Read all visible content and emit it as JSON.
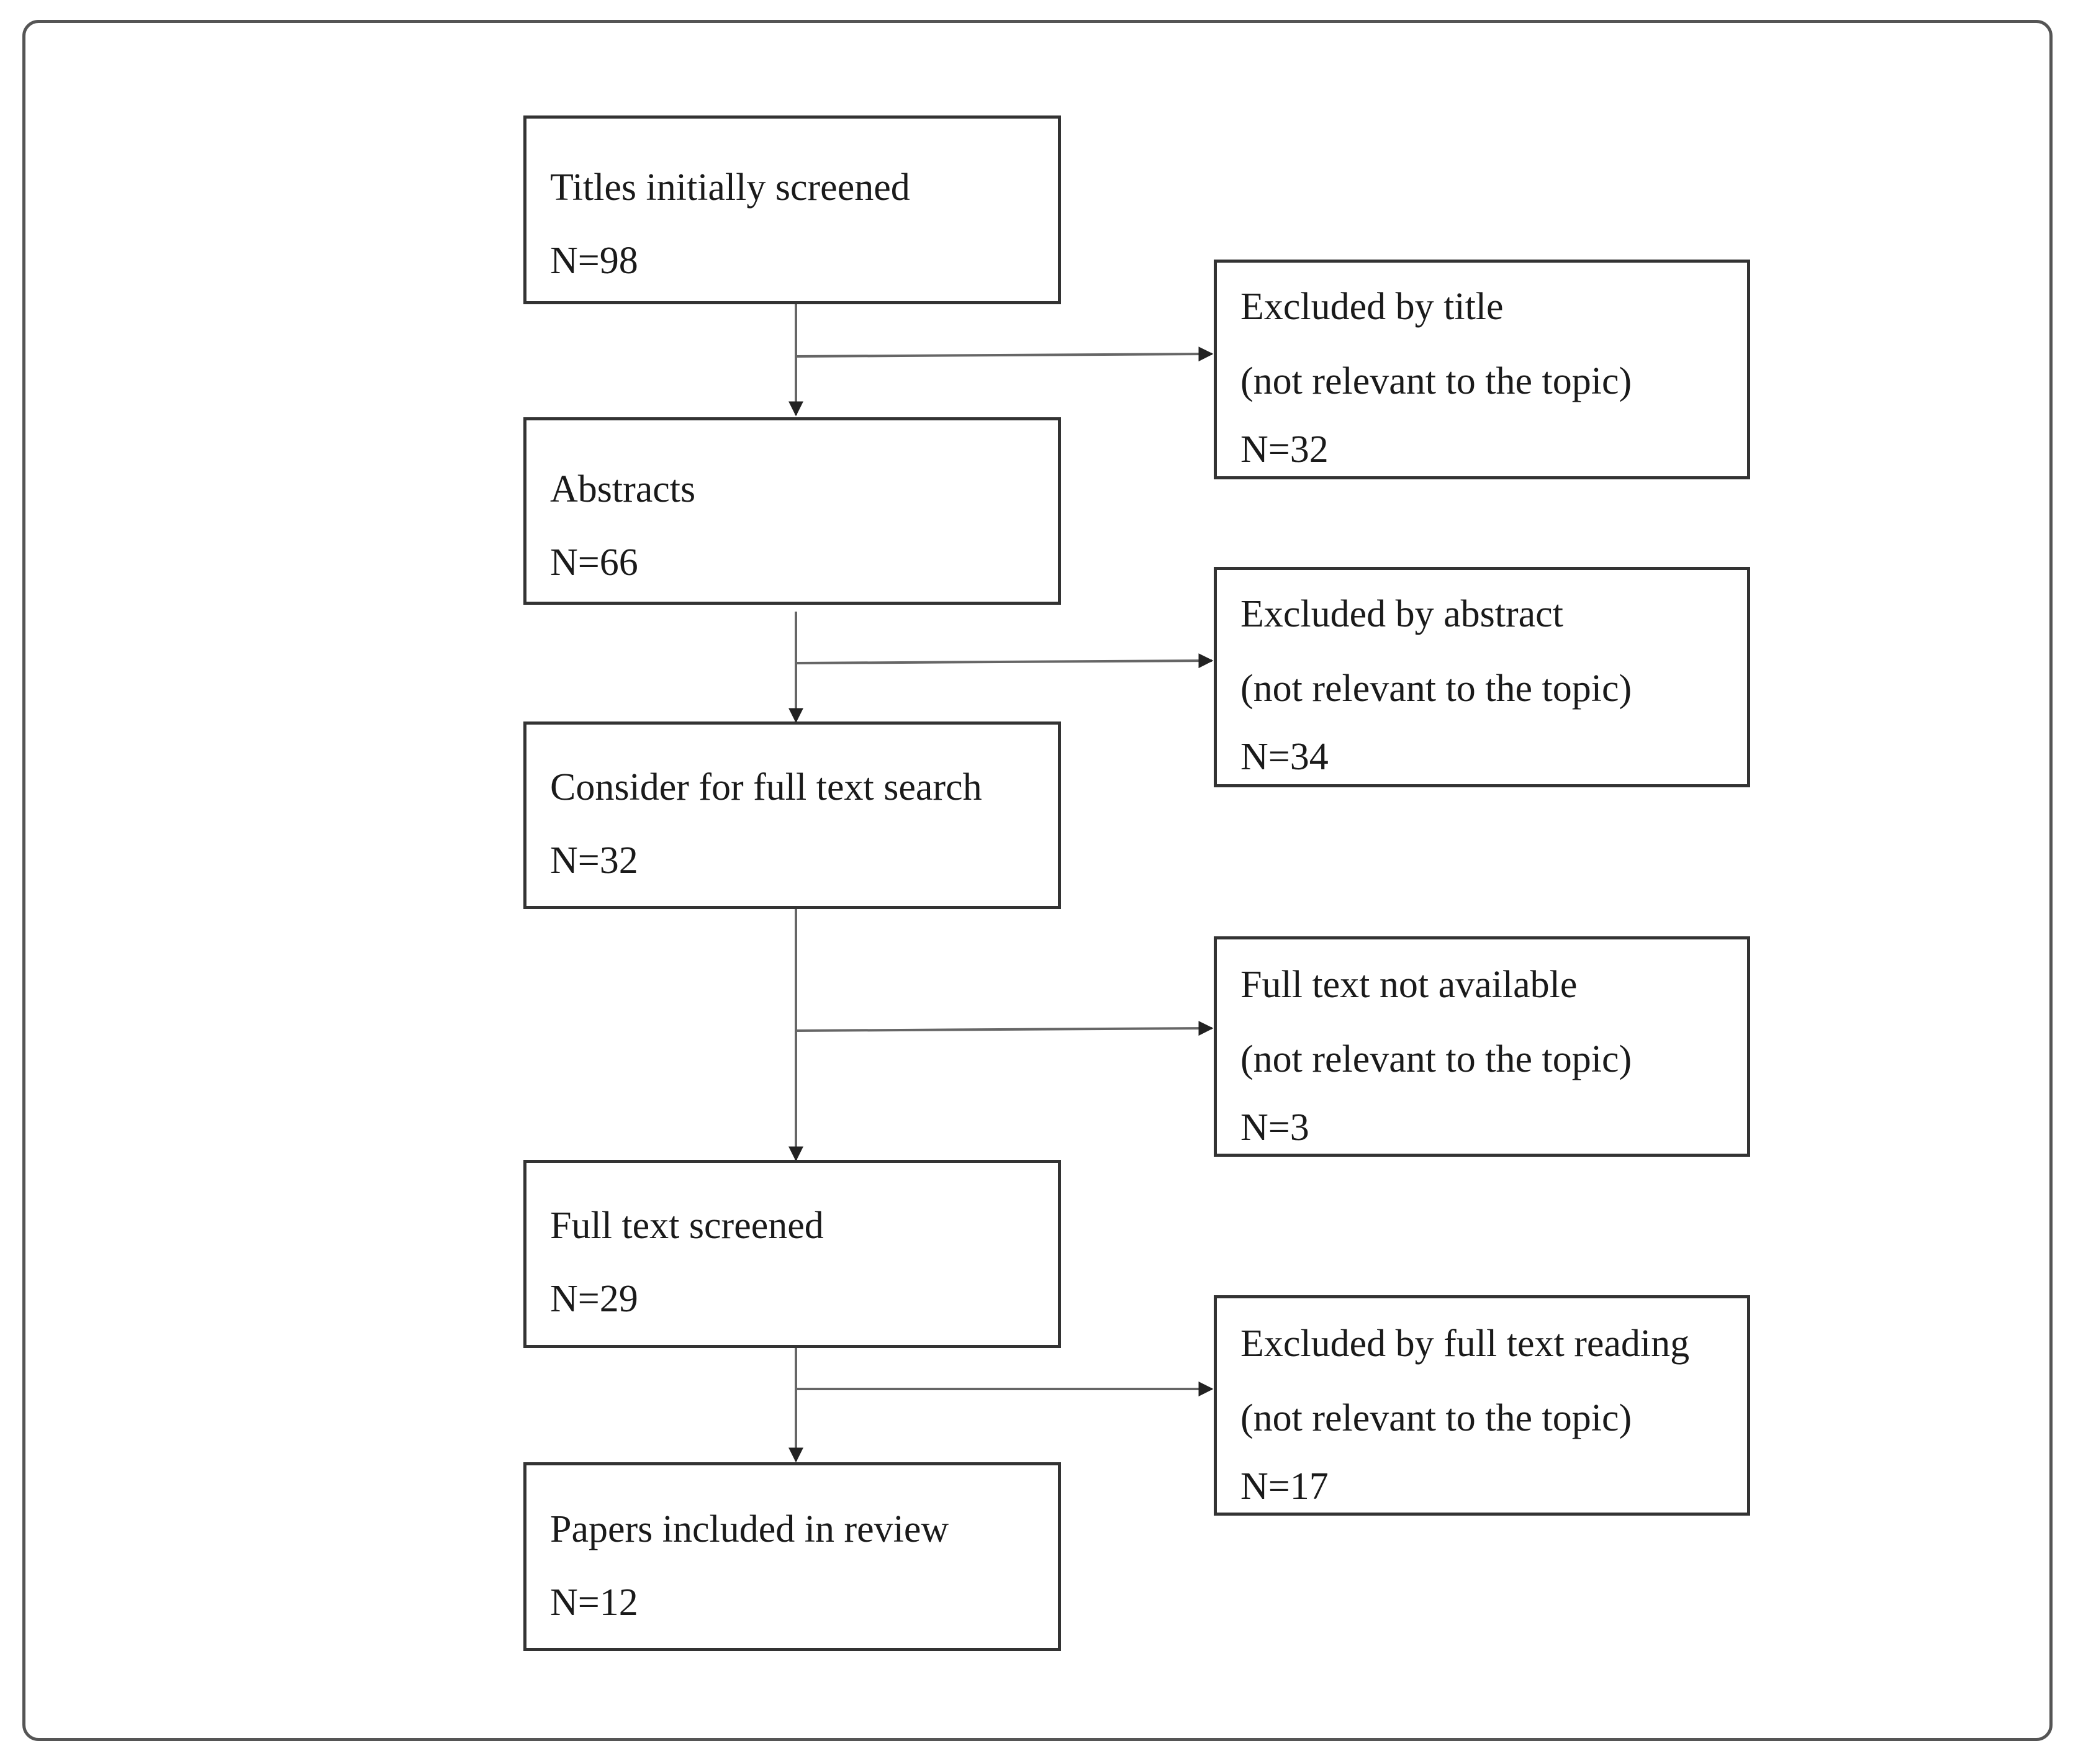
{
  "main_steps": [
    {
      "label": "Titles initially screened",
      "count": "N=98"
    },
    {
      "label": "Abstracts",
      "count": "N=66"
    },
    {
      "label": "Consider for full text search",
      "count": "N=32"
    },
    {
      "label": "Full text screened",
      "count": "N=29"
    },
    {
      "label": "Papers included in review",
      "count": "N=12"
    }
  ],
  "exclusions": [
    {
      "label": "Excluded by title",
      "reason": "(not relevant to the topic)",
      "count": "N=32"
    },
    {
      "label": "Excluded by abstract",
      "reason": "(not relevant to the topic)",
      "count": "N=34"
    },
    {
      "label": "Full text not available",
      "reason": "(not relevant to the topic)",
      "count": "N=3"
    },
    {
      "label": "Excluded by full text reading",
      "reason": "(not relevant to the topic)",
      "count": "N=17"
    }
  ],
  "colors": {
    "border": "#333333",
    "arrow": "#555555",
    "frame": "#555555"
  }
}
